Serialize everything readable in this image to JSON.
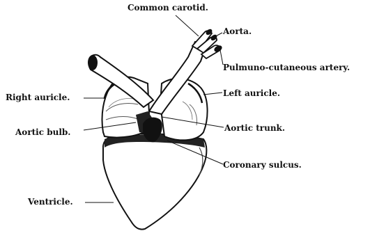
{
  "labels": {
    "common_carotid": "Common carotid.",
    "aorta": "Aorta.",
    "pulmo_cutaneous": "Pulmuno-cutaneous artery.",
    "right_auricle": "Right auricle.",
    "left_auricle": "Left auricle.",
    "aortic_bulb": "Aortic bulb.",
    "aortic_trunk": "Aortic trunk.",
    "coronary_sulcus": "Coronary sulcus.",
    "ventricle": "Ventricle."
  }
}
